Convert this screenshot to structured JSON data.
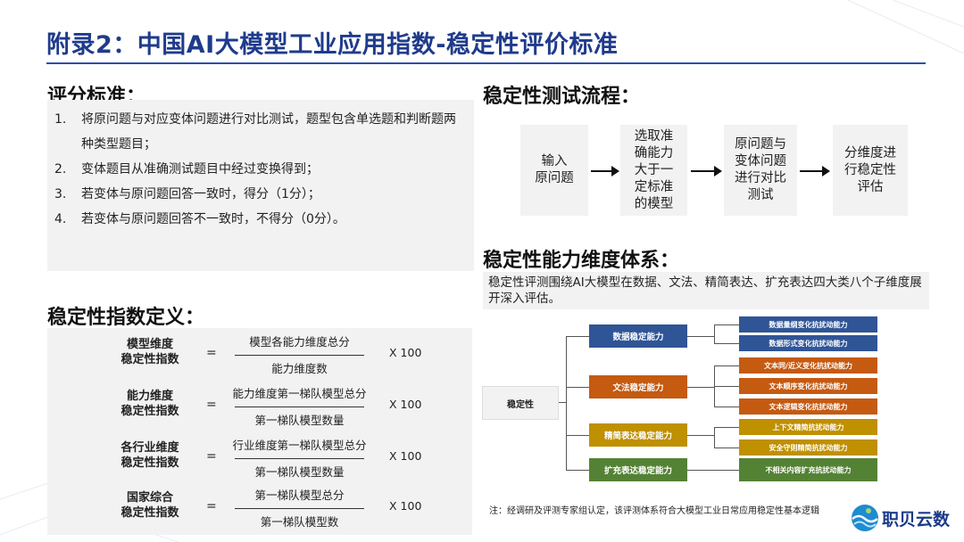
{
  "title": "附录2：中国AI大模型工业应用指数-稳定性评价标准",
  "scoring": {
    "heading": "评分标准：",
    "items": [
      {
        "num": "1.",
        "text": "将原问题与对应变体问题进行对比测试，题型包含单选题和判断题两种类型题目；"
      },
      {
        "num": "2.",
        "text": "变体题目从准确测试题目中经过变换得到；"
      },
      {
        "num": "3.",
        "text": "若变体与原问题回答一致时，得分（1分）；"
      },
      {
        "num": "4.",
        "text": "若变体与原问题回答不一致时，不得分（0分）。"
      }
    ]
  },
  "definition": {
    "heading": "稳定性指数定义：",
    "rows": [
      {
        "name": "模型维度\n稳定性指数",
        "eq": "=",
        "numerator": "模型各能力维度总分",
        "denominator": "能力维度数",
        "mult": "X 100"
      },
      {
        "name": "能力维度\n稳定性指数",
        "eq": "=",
        "numerator": "能力维度第一梯队模型总分",
        "denominator": "第一梯队模型数量",
        "mult": "X 100"
      },
      {
        "name": "各行业维度\n稳定性指数",
        "eq": "=",
        "numerator": "行业维度第一梯队模型总分",
        "denominator": "第一梯队模型数量",
        "mult": "X 100"
      },
      {
        "name": "国家综合\n稳定性指数",
        "eq": "=",
        "numerator": "第一梯队模型总分",
        "denominator": "第一梯队模型数",
        "mult": "X 100"
      }
    ]
  },
  "flow": {
    "heading": "稳定性测试流程：",
    "steps": [
      "输入\n原问题",
      "选取准\n确能力\n大于一\n定标准\n的模型",
      "原问题与\n变体问题\n进行对比\n测试",
      "分维度进\n行稳定性\n评估"
    ]
  },
  "dimensions": {
    "heading": "稳定性能力维度体系：",
    "description": "稳定性评测围绕AI大模型在数据、文法、精简表达、扩充表达四大类八个子维度展开深入评估。",
    "root": "稳定性",
    "categories": [
      {
        "label": "数据稳定能力",
        "color": "#2f5597",
        "leaves": [
          "数据量纲变化抗扰动能力",
          "数据形式变化抗扰动能力"
        ]
      },
      {
        "label": "文法稳定能力",
        "color": "#c55a11",
        "leaves": [
          "文本同/近义变化抗扰动能力",
          "文本顺序变化抗扰动能力",
          "文本逻辑变化抗扰动能力"
        ]
      },
      {
        "label": "精简表达稳定能力",
        "color": "#bf9000",
        "leaves": [
          "上下文精简抗扰动能力",
          "安全守则精简抗扰动能力"
        ]
      },
      {
        "label": "扩充表达稳定能力",
        "color": "#548235",
        "leaves": [
          "不相关内容扩充抗扰动能力"
        ]
      }
    ],
    "note": "注：经调研及评测专家组认定，该评测体系符合大模型工业日常应用稳定性基本逻辑"
  },
  "logo": {
    "text": "职贝云数",
    "icon": "wave-globe-icon"
  }
}
